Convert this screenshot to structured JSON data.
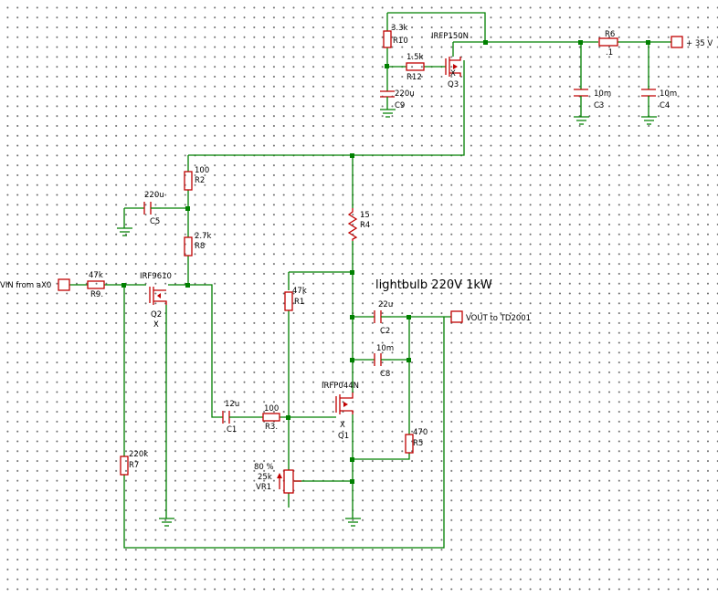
{
  "title": "lightbulb 220V 1kW",
  "colors": {
    "wire": "#008000",
    "component": "#c00000",
    "grid_dot": "#6f6f6f",
    "text": "#000000"
  },
  "components": {
    "R10": {
      "ref": "R10",
      "value": "3.3k"
    },
    "R12": {
      "ref": "R12",
      "value": "1.5k"
    },
    "C9": {
      "ref": "C9",
      "value": "220u"
    },
    "Q3": {
      "ref": "Q3",
      "value": "IRFP150N",
      "mark": "X"
    },
    "R6": {
      "ref": "R6",
      "value": ".1"
    },
    "C3": {
      "ref": "C3",
      "value": "10m"
    },
    "C4": {
      "ref": "C4",
      "value": "10m"
    },
    "R2": {
      "ref": "R2",
      "value": "100"
    },
    "C5": {
      "ref": "C5",
      "value": "220u"
    },
    "R8": {
      "ref": "R8",
      "value": "2.7k"
    },
    "R4": {
      "ref": "R4",
      "value": "15"
    },
    "R9": {
      "ref": "R9.",
      "value": "47k"
    },
    "Q2": {
      "ref": "Q2",
      "value": "IRF9610",
      "mark": "X"
    },
    "R1": {
      "ref": "R1",
      "value": "47k"
    },
    "C2": {
      "ref": "C2",
      "value": "22u"
    },
    "C8": {
      "ref": "C8",
      "value": "10m"
    },
    "C1": {
      "ref": "C1",
      "value": "12u"
    },
    "R3": {
      "ref": "R3.",
      "value": "100"
    },
    "Q1": {
      "ref": "Q1",
      "value": "IRFP044N",
      "mark": "X"
    },
    "R5": {
      "ref": "R5",
      "value": "470"
    },
    "R7": {
      "ref": "R7",
      "value": "220k"
    },
    "VR1": {
      "ref": "VR1",
      "value": "25k",
      "setting": "80 %"
    }
  },
  "ports": {
    "supply": "+ 35 V",
    "input": "VIN from aX0",
    "output": "VOUT to TD2001"
  }
}
